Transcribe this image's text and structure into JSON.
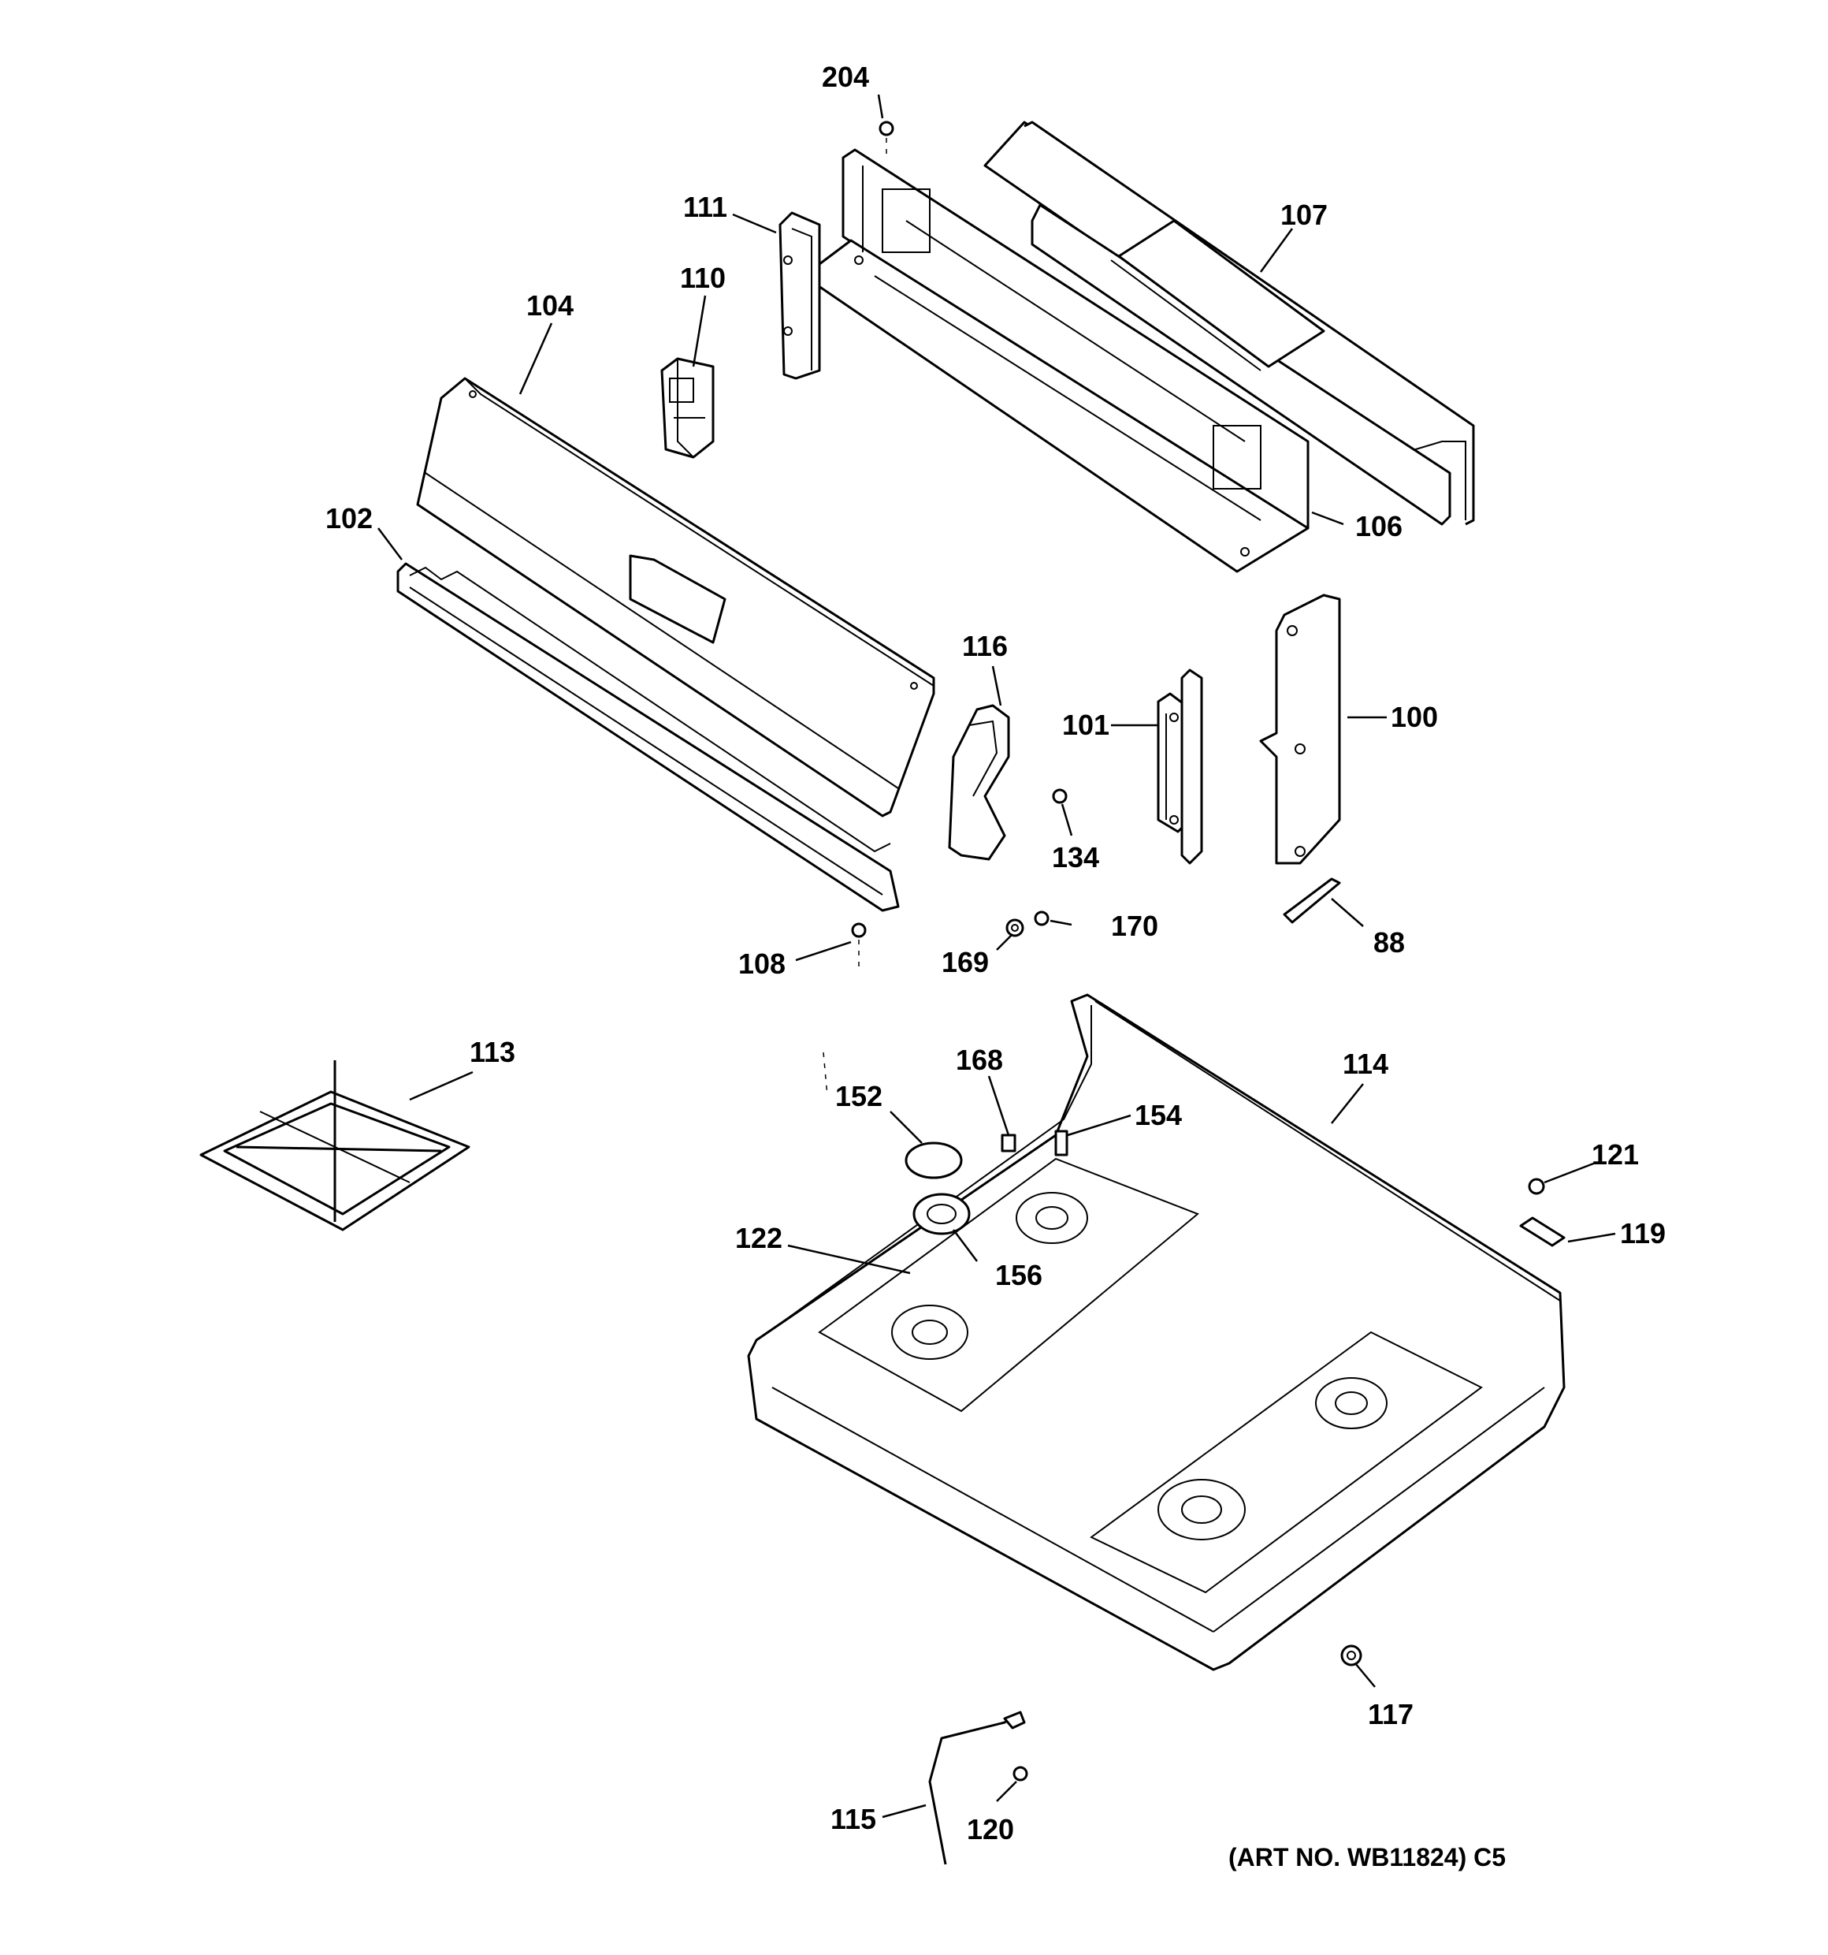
{
  "diagram": {
    "art_number": "(ART NO. WB11824) C5",
    "callouts": {
      "c204": "204",
      "c111": "111",
      "c110": "110",
      "c104": "104",
      "c107": "107",
      "c106": "106",
      "c102": "102",
      "c116": "116",
      "c101": "101",
      "c100": "100",
      "c134": "134",
      "c170": "170",
      "c169": "169",
      "c108": "108",
      "c88": "88",
      "c113": "113",
      "c168": "168",
      "c114": "114",
      "c152": "152",
      "c154": "154",
      "c121": "121",
      "c119": "119",
      "c122": "122",
      "c156": "156",
      "c117": "117",
      "c115": "115",
      "c120": "120"
    }
  }
}
